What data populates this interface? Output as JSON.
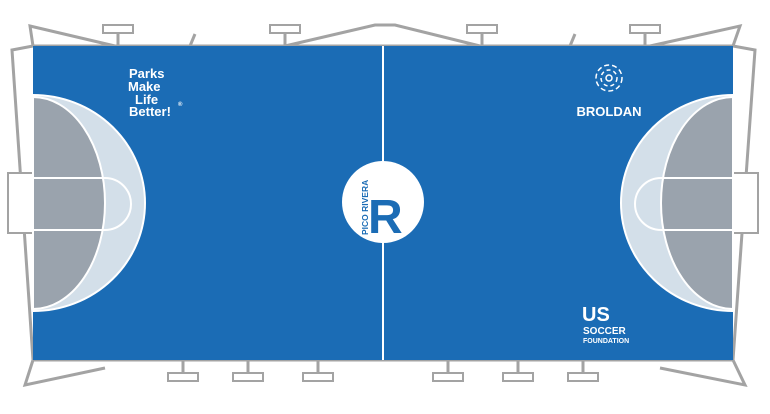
{
  "court": {
    "surface_color": "#1b6cb5",
    "area_color": "#9aa3ad",
    "arc_color": "#d3dfe9",
    "line_color": "#ffffff",
    "frame_color": "#a3a3a3"
  },
  "logos": {
    "parks": [
      "Parks",
      "Make",
      "Life",
      "Better!"
    ],
    "parks_mark": "®",
    "broldan": "BROLDAN",
    "center": {
      "letter": "R",
      "text": "PICO RIVERA"
    },
    "ussf": {
      "top": "US",
      "line1": "SOCCER",
      "line2": "FOUNDATION"
    }
  }
}
